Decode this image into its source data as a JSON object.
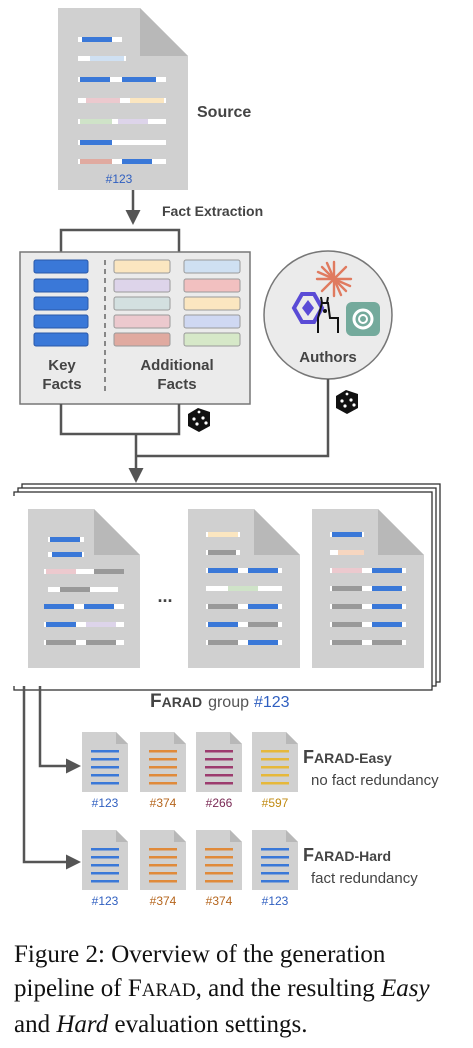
{
  "source": {
    "label": "Source",
    "id": "#123"
  },
  "extraction": {
    "label": "Fact Extraction"
  },
  "facts": {
    "key_line1": "Key",
    "key_line2": "Facts",
    "add_line1": "Additional",
    "add_line2": "Facts"
  },
  "authors": {
    "label": "Authors"
  },
  "ellipsis": "...",
  "group": {
    "name_cap": "F",
    "name_rest": "ARAD",
    "word": "group",
    "id": "#123"
  },
  "easy": {
    "title_cap": "F",
    "title_rest": "ARAD-Easy",
    "subtitle": "no fact redundancy",
    "ids": [
      "#123",
      "#374",
      "#266",
      "#597"
    ]
  },
  "hard": {
    "title_cap": "F",
    "title_rest": "ARAD-Hard",
    "subtitle": "fact redundancy",
    "ids": [
      "#123",
      "#374",
      "#374",
      "#123"
    ]
  },
  "caption": {
    "p1": "Figure 2: Overview of the generation pipeline of ",
    "name_cap": "F",
    "name_rest": "ARAD",
    "p2": ", and the resulting ",
    "easy": "Easy",
    "p3": " and ",
    "hard": "Hard",
    "p4": " evaluation settings."
  },
  "colors": {
    "blue": "#3a78d8",
    "orange": "#e08a3a",
    "purple": "#9c3b6e",
    "yellow": "#e6b83a",
    "doc_gray": "#d0d0d0",
    "line_gray": "#444444"
  }
}
